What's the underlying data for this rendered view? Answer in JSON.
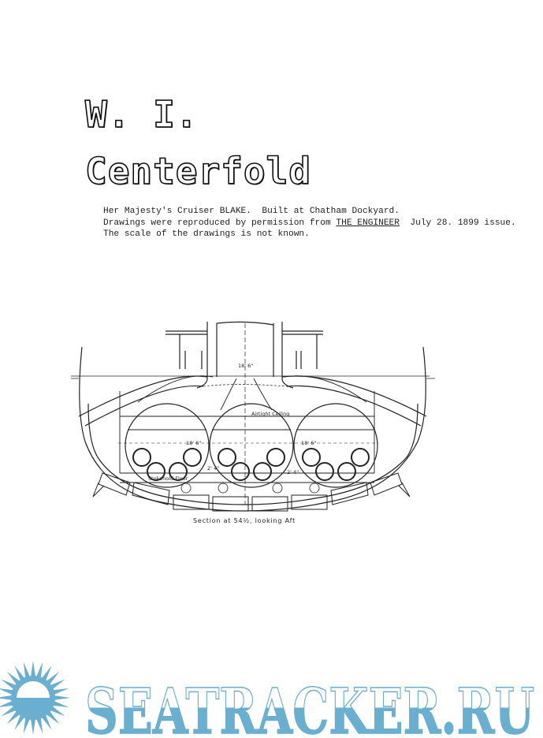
{
  "header": {
    "title_line1": "W. I.",
    "title_line2": "Centerfold"
  },
  "description": {
    "line1": "Her Majesty's Cruiser BLAKE.  Built at Chatham Dockyard.",
    "line2_pre": "Drawings were reproduced by permission from ",
    "line2_source": "THE ENGINEER",
    "line2_post": "  July 28. 1899 issue.",
    "line3": "The scale of the drawings is not known."
  },
  "drawing": {
    "labels": {
      "top_dim": "18' 6\"",
      "ceiling": "Airtight Ceiling",
      "left_dim": "18' 6\"",
      "right_dim": "18' 6\"",
      "floor": "Stokehold Floor",
      "mid_dim_left": "2' 4\"",
      "mid_dim_right": "2' 4\""
    },
    "caption": "Section at 54½, looking Aft"
  },
  "watermark": {
    "text": "SEATRACKER.RU",
    "color": "#6aaed0"
  }
}
